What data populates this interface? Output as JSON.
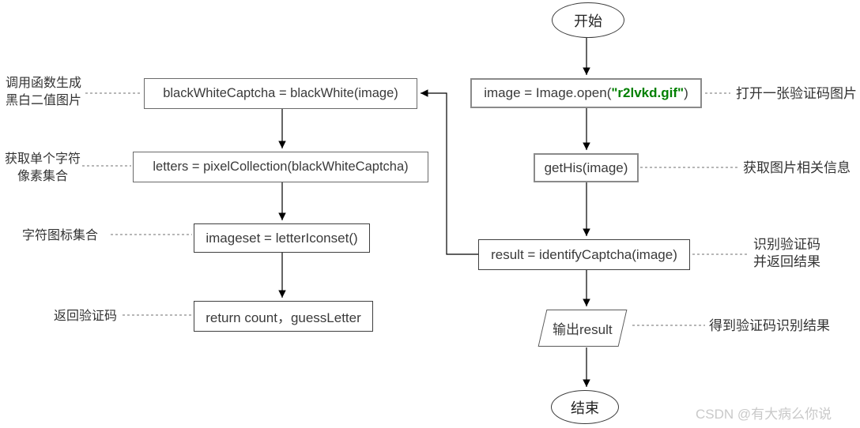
{
  "colors": {
    "filename_green": "#008000",
    "box_border_gray": "#8a8a8a",
    "box_border_dark": "#3f3f3f",
    "arrow_black": "#000000",
    "dashed_gray": "#8c8c8c",
    "text_dark": "#3a3a3a",
    "watermark_gray": "#c9c9c9"
  },
  "flowchart": {
    "start": "开始",
    "end": "结束",
    "open_image": {
      "prefix": "image = Image.open(",
      "filename": "\"r2lvkd.gif\"",
      "suffix": ")"
    },
    "get_his": "getHis(image)",
    "identify": "result = identifyCaptcha(image)",
    "output": "输出result",
    "black_white": "blackWhiteCaptcha = blackWhite(image)",
    "pixel_collection": "letters = pixelCollection(blackWhiteCaptcha)",
    "letter_iconset": "imageset = letterIconset()",
    "return_stmt": "return count，guessLetter"
  },
  "annotations": {
    "left": [
      {
        "lines": [
          "调用函数生成",
          "黑白二值图片"
        ]
      },
      {
        "lines": [
          "获取单个字符",
          "像素集合"
        ]
      },
      {
        "lines": [
          "字符图标集合"
        ]
      },
      {
        "lines": [
          "返回验证码"
        ]
      }
    ],
    "right": [
      {
        "lines": [
          "打开一张验证码图片"
        ]
      },
      {
        "lines": [
          "获取图片相关信息"
        ]
      },
      {
        "lines": [
          "识别验证码",
          "并返回结果"
        ]
      },
      {
        "lines": [
          "得到验证码识别结果"
        ]
      }
    ]
  },
  "watermark": "CSDN @有大病么你说"
}
